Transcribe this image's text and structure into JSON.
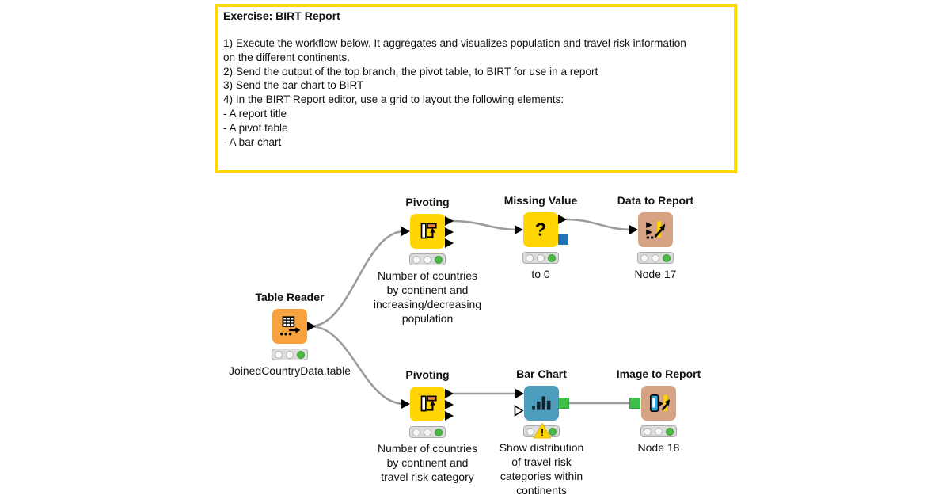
{
  "annotation": {
    "title": "Exercise: BIRT Report",
    "lines": [
      "1) Execute the workflow below. It aggregates and visualizes population and travel risk information",
      "on the different continents.",
      "2) Send the output of the top branch, the pivot table, to BIRT for use in a report",
      "3) Send the bar chart to BIRT",
      "4) In the BIRT Report editor, use a grid to layout the following elements:",
      "- A report title",
      "- A pivot table",
      "- A bar chart"
    ],
    "border_color": "#FFD800"
  },
  "nodes": [
    {
      "name": "Table Reader",
      "comment": "JoinedCountryData.table",
      "icon": "table-reader-icon",
      "color": "#F7A23C",
      "status": "executed"
    },
    {
      "name": "Pivoting",
      "comment": "Number of countries\nby continent and\nincreasing/decreasing\npopulation",
      "icon": "pivoting-icon",
      "color": "#FFD504",
      "status": "executed"
    },
    {
      "name": "Missing Value",
      "comment": "to 0",
      "icon": "question-mark-icon",
      "color": "#FFD504",
      "status": "executed"
    },
    {
      "name": "Data to Report",
      "comment": "Node 17",
      "icon": "data-to-report-icon",
      "color": "#D5A284",
      "status": "executed"
    },
    {
      "name": "Pivoting",
      "comment": "Number of countries\nby continent and\ntravel risk category",
      "icon": "pivoting-icon",
      "color": "#FFD504",
      "status": "executed"
    },
    {
      "name": "Bar Chart",
      "comment": "Show distribution\nof travel risk\ncategories within\ncontinents",
      "icon": "bar-chart-icon",
      "color": "#4C9DBE",
      "status": "executed-warning"
    },
    {
      "name": "Image to Report",
      "comment": "Node 18",
      "icon": "image-to-report-icon",
      "color": "#D5A284",
      "status": "executed"
    }
  ],
  "colors": {
    "wire": "#9C9C9C",
    "data_port": "#000000",
    "image_port_green": "#3EBF4B",
    "pmml_port_blue": "#2273B8",
    "status_green": "#4CB944",
    "warning_yellow": "#FFD500"
  }
}
